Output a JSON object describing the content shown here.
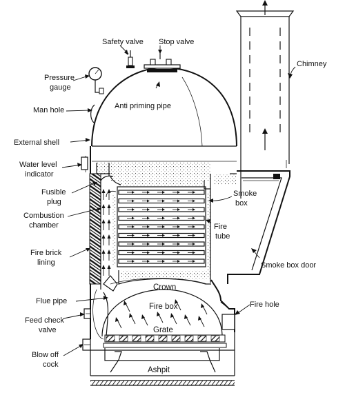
{
  "labels": {
    "safety_valve": "Safety valve",
    "stop_valve": "Stop valve",
    "chimney": "Chimney",
    "pressure_gauge_1": "Pressure",
    "pressure_gauge_2": "gauge",
    "anti_priming_pipe": "Anti priming pipe",
    "man_hole": "Man hole",
    "external_shell": "External shell",
    "water_level_1": "Water level",
    "water_level_2": "indicator",
    "fusible_plug_1": "Fusible",
    "fusible_plug_2": "plug",
    "smoke_box_1": "Smoke",
    "smoke_box_2": "box",
    "combustion_1": "Combustion",
    "combustion_2": "chamber",
    "fire_tube_1": "Fire",
    "fire_tube_2": "tube",
    "fire_brick_1": "Fire brick",
    "fire_brick_2": "lining",
    "smoke_box_door": "Smoke box door",
    "crown": "Crown",
    "flue_pipe": "Flue pipe",
    "fire_box": "Fire box",
    "fire_hole": "Fire hole",
    "feed_check_1": "Feed check",
    "feed_check_2": "valve",
    "grate": "Grate",
    "blow_off_1": "Blow off",
    "blow_off_2": "cock",
    "ashpit": "Ashpit"
  }
}
